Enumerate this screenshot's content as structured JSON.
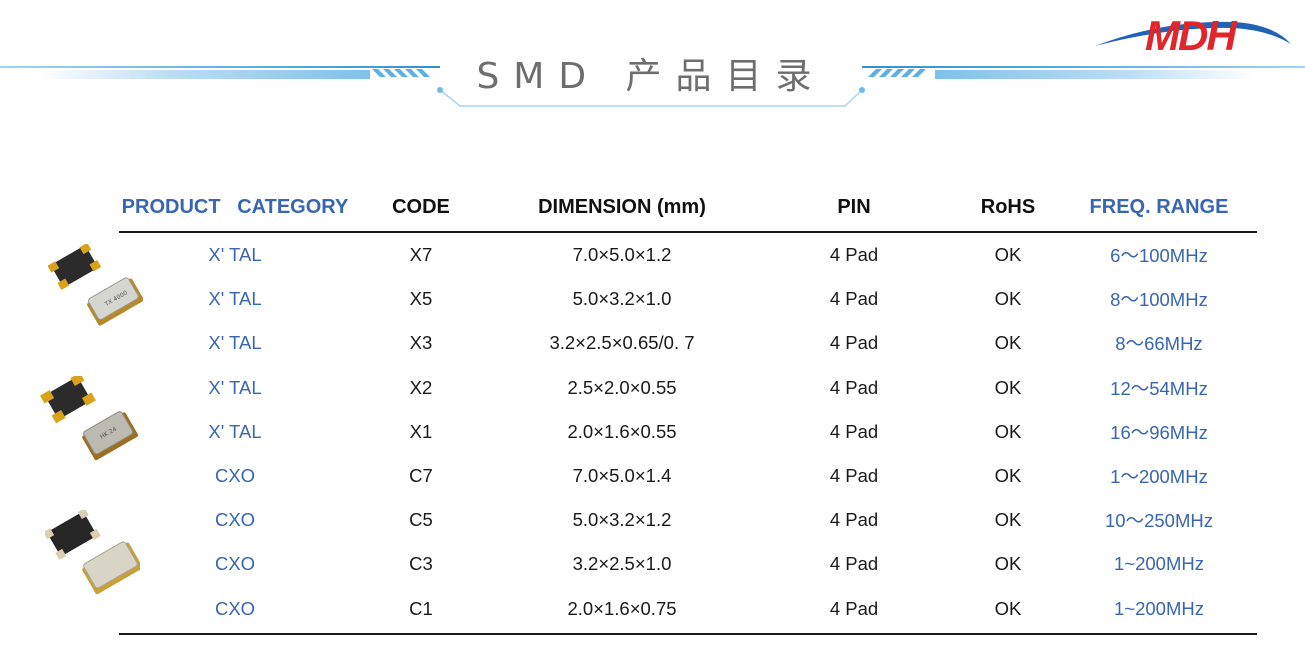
{
  "header": {
    "title": "SMD 产品目录",
    "logo_text": "MDH",
    "accent_color": "#2f8fcf",
    "title_color": "#6e6e6e"
  },
  "table": {
    "headers": [
      "PRODUCT   CATEGORY",
      "CODE",
      "DIMENSION (mm)",
      "PIN",
      "RoHS",
      "FREQ. RANGE"
    ],
    "rows": [
      {
        "category": "X' TAL",
        "code": "X7",
        "dimension": "7.0×5.0×1.2",
        "pin": "4 Pad",
        "rohs": "OK",
        "freq": "6～100MHz"
      },
      {
        "category": "X' TAL",
        "code": "X5",
        "dimension": "5.0×3.2×1.0",
        "pin": "4 Pad",
        "rohs": "OK",
        "freq": "8～100MHz"
      },
      {
        "category": "X' TAL",
        "code": "X3",
        "dimension": "3.2×2.5×0.65/0. 7",
        "pin": "4 Pad",
        "rohs": "OK",
        "freq": "8～66MHz"
      },
      {
        "category": "X' TAL",
        "code": "X2",
        "dimension": "2.5×2.0×0.55",
        "pin": "4 Pad",
        "rohs": "OK",
        "freq": "12～54MHz"
      },
      {
        "category": "X' TAL",
        "code": "X1",
        "dimension": "2.0×1.6×0.55",
        "pin": "4 Pad",
        "rohs": "OK",
        "freq": "16～96MHz"
      },
      {
        "category": "CXO",
        "code": "C7",
        "dimension": "7.0×5.0×1.4",
        "pin": "4 Pad",
        "rohs": "OK",
        "freq": "1～200MHz"
      },
      {
        "category": "CXO",
        "code": "C5",
        "dimension": "5.0×3.2×1.2",
        "pin": "4 Pad",
        "rohs": "OK",
        "freq": "10～250MHz"
      },
      {
        "category": "CXO",
        "code": "C3",
        "dimension": "3.2×2.5×1.0",
        "pin": "4 Pad",
        "rohs": "OK",
        "freq": "1~200MHz"
      },
      {
        "category": "CXO",
        "code": "C1",
        "dimension": "2.0×1.6×0.75",
        "pin": "4 Pad",
        "rohs": "OK",
        "freq": "1~200MHz"
      }
    ],
    "header_blue": "#3866b0"
  }
}
